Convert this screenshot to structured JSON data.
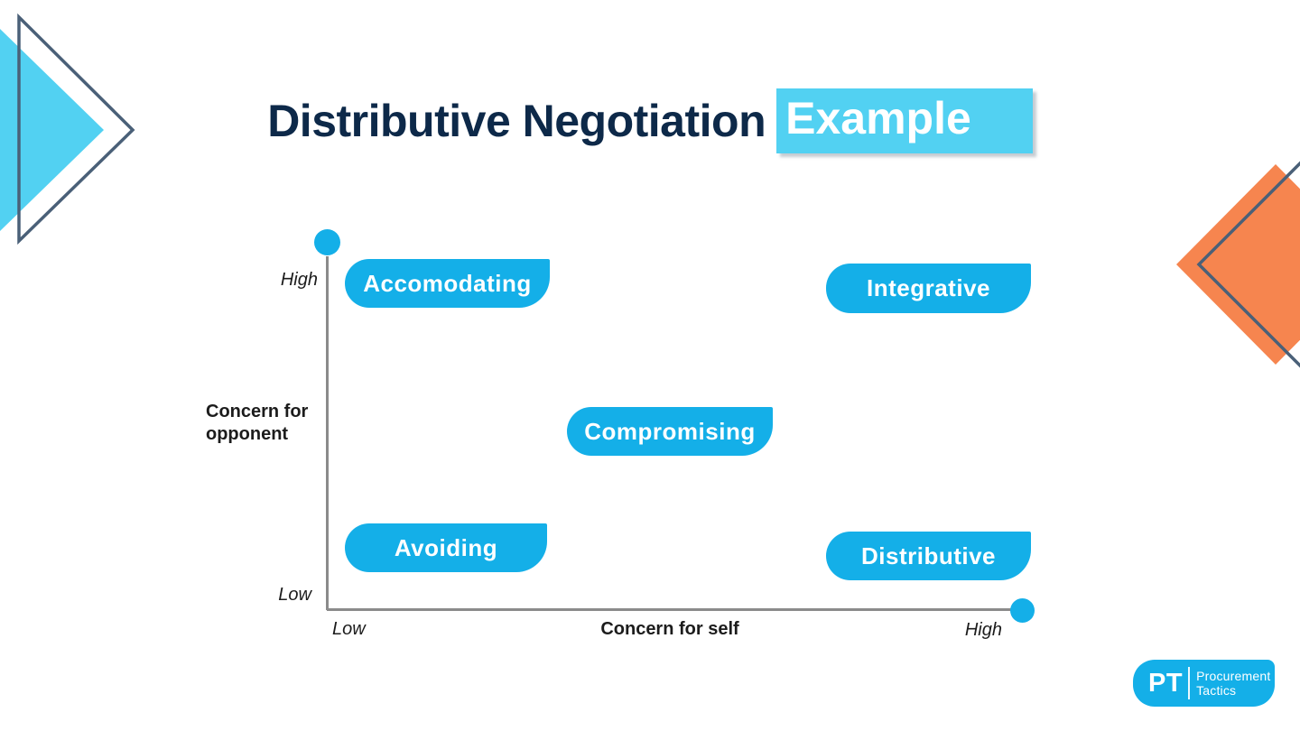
{
  "title": {
    "main": "Distributive Negotiation",
    "highlight": "Example"
  },
  "chart_data": {
    "type": "scatter",
    "title": "Distributive Negotiation Example",
    "xlabel": "Concern for self",
    "ylabel": "Concern for opponent",
    "x_range_labels": [
      "Low",
      "High"
    ],
    "y_range_labels": [
      "Low",
      "High"
    ],
    "grid": false,
    "legend": false,
    "points": [
      {
        "label": "Accomodating",
        "concern_for_self": "Low",
        "concern_for_opponent": "High"
      },
      {
        "label": "Integrative",
        "concern_for_self": "High",
        "concern_for_opponent": "High"
      },
      {
        "label": "Compromising",
        "concern_for_self": "Medium",
        "concern_for_opponent": "Medium"
      },
      {
        "label": "Avoiding",
        "concern_for_self": "Low",
        "concern_for_opponent": "Low"
      },
      {
        "label": "Distributive",
        "concern_for_self": "High",
        "concern_for_opponent": "Low"
      }
    ]
  },
  "axes": {
    "y_top": "High",
    "y_bottom": "Low",
    "x_left": "Low",
    "x_right": "High",
    "x_title": "Concern for self",
    "y_title_line1": "Concern for",
    "y_title_line2": "opponent"
  },
  "logo": {
    "initials": "PT",
    "line1": "Procurement",
    "line2": "Tactics"
  },
  "colors": {
    "navy": "#0D2949",
    "pill_cyan": "#14AFE8",
    "light_cyan": "#52D1F2",
    "orange": "#F6854F",
    "slate_outline": "#4A6078",
    "axis_gray": "#8B8B8B",
    "text_black": "#1C1C1C"
  }
}
